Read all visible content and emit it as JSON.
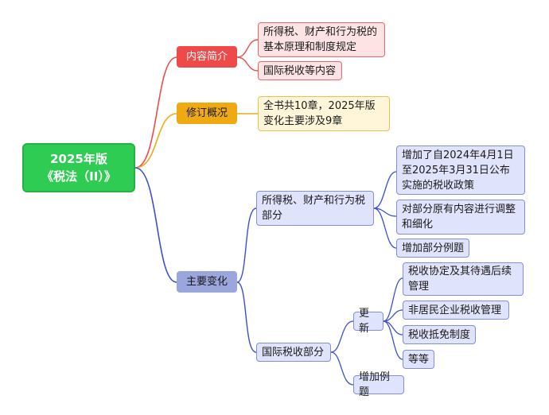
{
  "root": {
    "line1": "2025年版",
    "line2": "《税法（II）》"
  },
  "branches": {
    "intro": {
      "label": "内容简介",
      "items": [
        "所得税、财产和行为税的基本原理和制度规定",
        "国际税收等内容"
      ]
    },
    "revision": {
      "label": "修订概况",
      "items": [
        "全书共10章，2025年版变化主要涉及9章"
      ]
    },
    "changes": {
      "label": "主要变化",
      "income_part": {
        "label": "所得税、财产和行为税部分",
        "items": [
          "增加了自2024年4月1日至2025年3月31日公布实施的税收政策",
          "对部分原有内容进行调整和细化",
          "增加部分例题"
        ]
      },
      "intl_part": {
        "label": "国际税收部分",
        "update": {
          "label": "更新",
          "items": [
            "税收协定及其待遇后续管理",
            "非居民企业税收管理",
            "税收抵免制度",
            "等等"
          ]
        },
        "add_examples": "增加例题"
      }
    }
  },
  "colors": {
    "root": "#2ecc52",
    "red": "#ee4a4a",
    "yellow": "#eeaa10",
    "blue": "#3b4fcf",
    "blue_node": "#9aa6dc"
  }
}
